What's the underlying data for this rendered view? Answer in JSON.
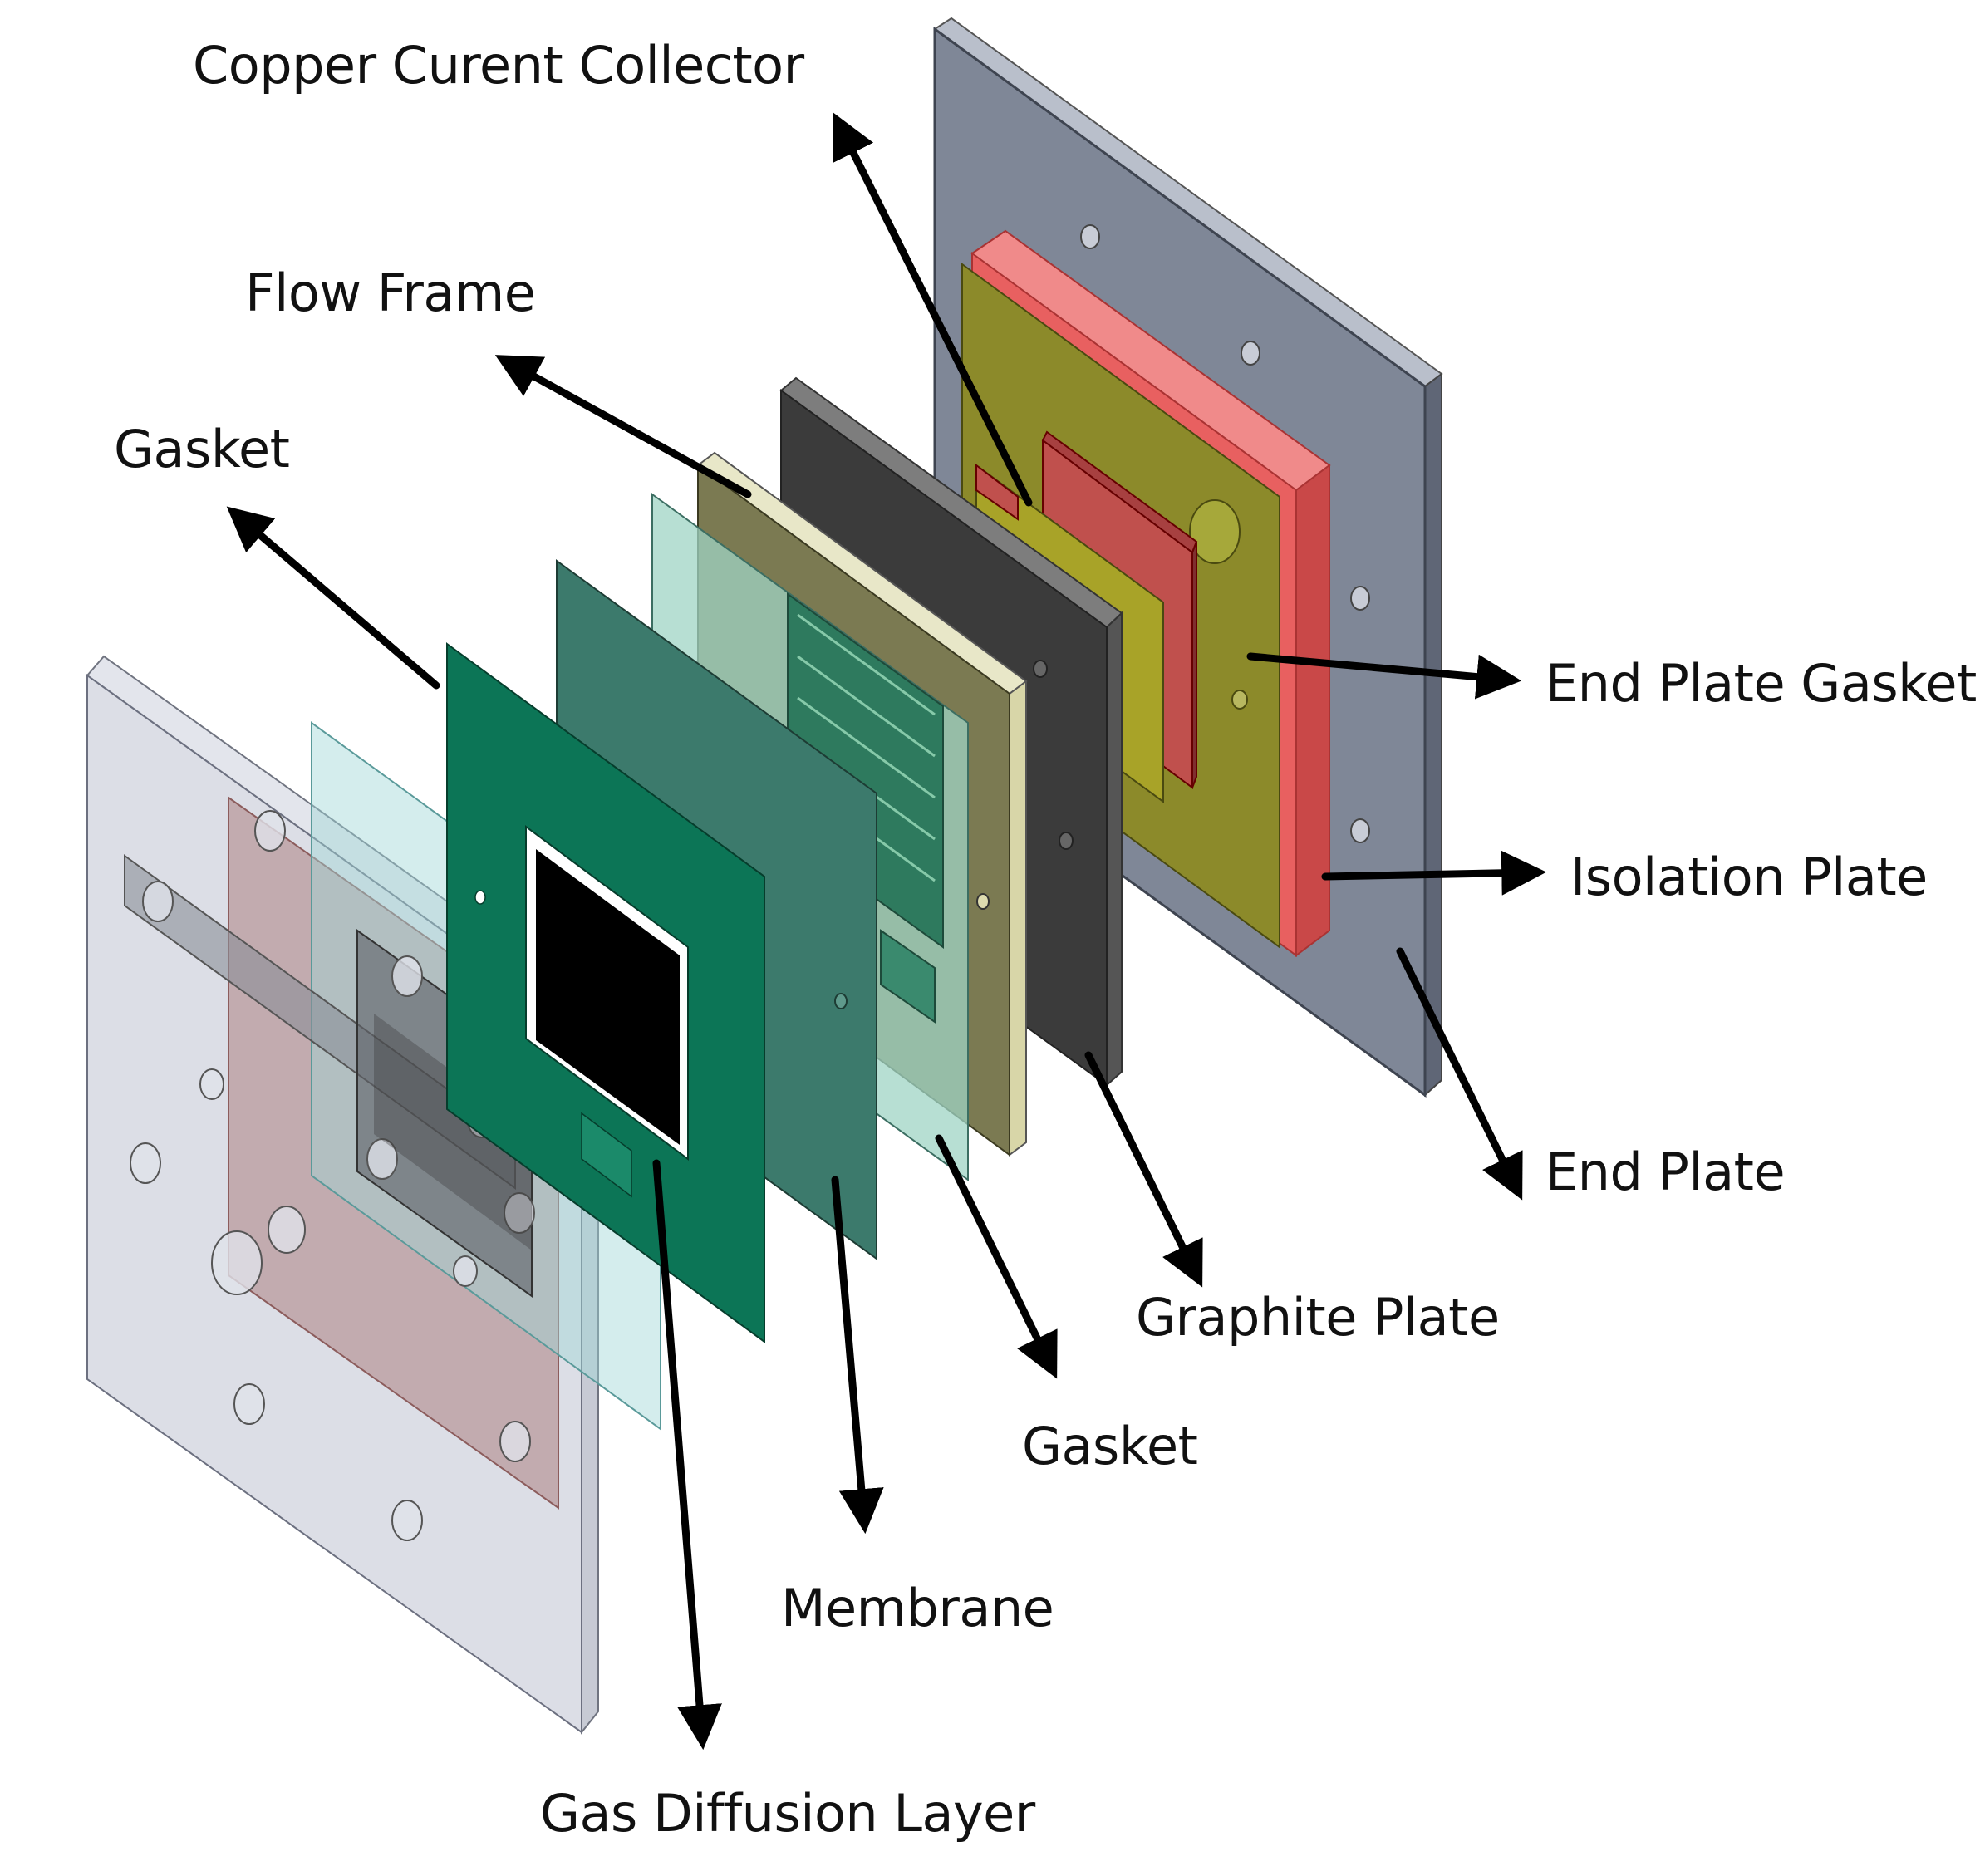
{
  "labels": {
    "copper_current_collector": "Copper Curent Collector",
    "flow_frame": "Flow Frame",
    "gasket_left": "Gasket",
    "end_plate_gasket": "End Plate Gasket",
    "isolation_plate": "Isolation Plate",
    "end_plate": "End Plate",
    "graphite_plate": "Graphite Plate",
    "gasket_bottom": "Gasket",
    "membrane": "Membrane",
    "gas_diffusion_layer": "Gas Diffusion Layer"
  },
  "colors": {
    "end_plate": "#7f8797",
    "isolation_plate": "#e86060",
    "end_plate_gasket": "#8c8a2a",
    "graphite_plate": "#3b3b3b",
    "gasket_olive": "#7b7a52",
    "flow_frame": "#9fd4c4",
    "membrane": "#3c7a6c",
    "gasket_green": "#0c7556",
    "gas_diffusion_layer": "#000000",
    "clear_end_plate": "#c4c8d6",
    "arrow": "#000000"
  }
}
